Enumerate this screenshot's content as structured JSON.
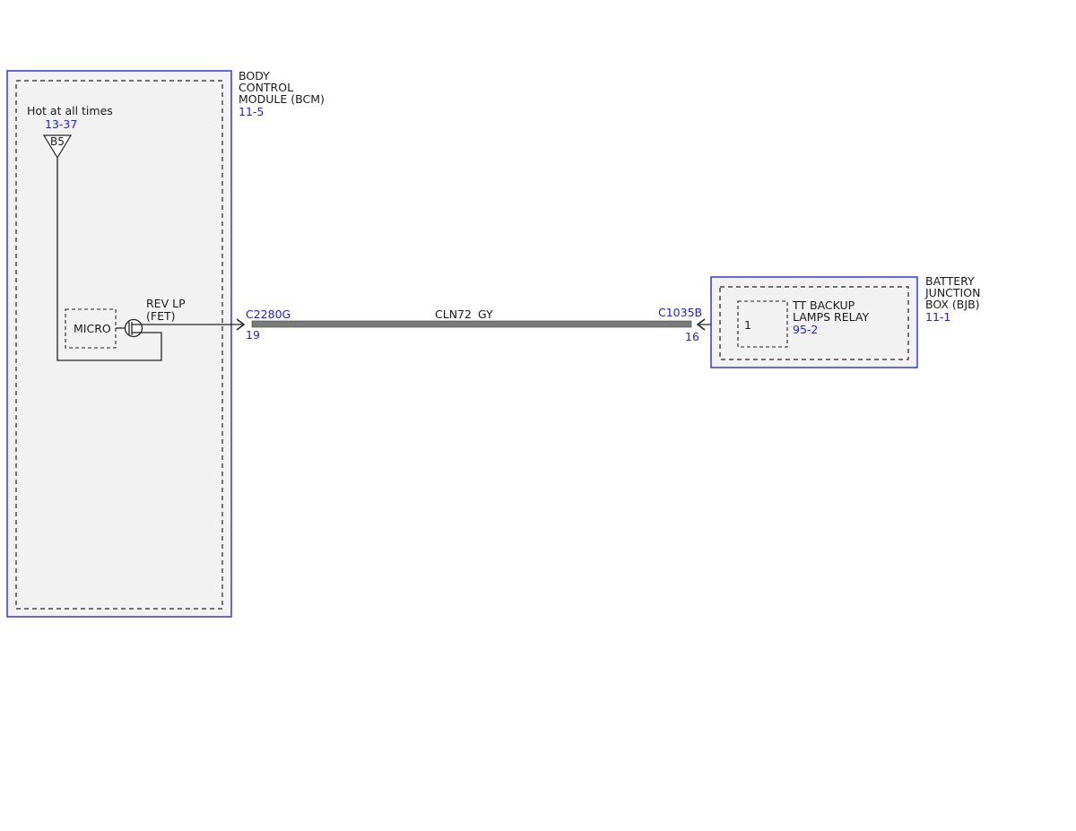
{
  "colors": {
    "module_border": "#3535e6",
    "module_fill": "#f2f2f2",
    "ref_text": "#1f1fd6",
    "wire": "#7a7a7a"
  },
  "bcm": {
    "name_lines": [
      "BODY",
      "CONTROL",
      "MODULE (BCM)"
    ],
    "ref": "11-5",
    "power_label": "Hot at all times",
    "power_ref": "13-37",
    "fuse_pin": "B5",
    "micro_label": "MICRO",
    "driver_label_lines": [
      "REV LP",
      "(FET)"
    ],
    "connector": "C2280G",
    "pin": "19"
  },
  "wire": {
    "circuit": "CLN72",
    "color": "GY"
  },
  "bjb": {
    "name_lines": [
      "BATTERY",
      "JUNCTION",
      "BOX (BJB)"
    ],
    "ref": "11-1",
    "connector": "C1035B",
    "pin": "16",
    "relay_pin": "1",
    "relay_label_lines": [
      "TT BACKUP",
      "LAMPS RELAY"
    ],
    "relay_ref": "95-2"
  }
}
